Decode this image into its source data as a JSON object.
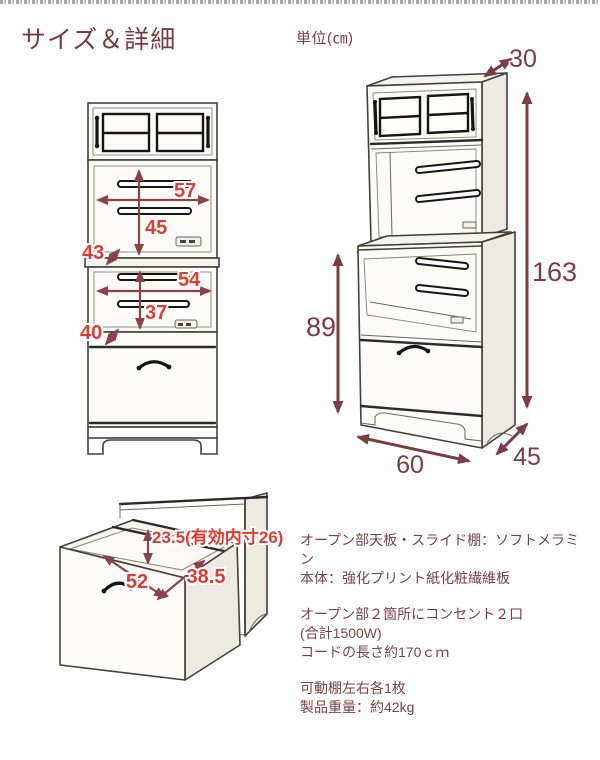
{
  "page": {
    "title": "サイズ＆詳細",
    "unit_label": "単位(㎝)",
    "colors": {
      "heading": "#7b3a40",
      "dimension_red": "#e13a30",
      "dimension_maroon": "#7b3c44",
      "arrow": "#8a4449",
      "spec_text": "#7b4148"
    }
  },
  "front_view": {
    "upper_width": "57",
    "upper_height": "45",
    "upper_depth": "43",
    "lower_width": "54",
    "lower_height": "37",
    "lower_depth": "40"
  },
  "perspective_view": {
    "top_depth": "30",
    "total_height": "163",
    "lower_height": "89",
    "width": "60",
    "depth": "45"
  },
  "drawer_view": {
    "inner_height": "23.5(有効内寸26)",
    "inner_width": "52",
    "inner_depth": "38.5"
  },
  "specs": {
    "materials": [
      "オープン部天板・スライド棚：ソフトメラミン",
      "本体：強化プリント紙化粧繊維板"
    ],
    "outlet": [
      "オープン部２箇所にコンセント２口",
      "(合計1500W)",
      "コードの長さ約170ｃｍ"
    ],
    "other": [
      "可動棚左右各1枚",
      "製品重量：約42kg"
    ]
  }
}
